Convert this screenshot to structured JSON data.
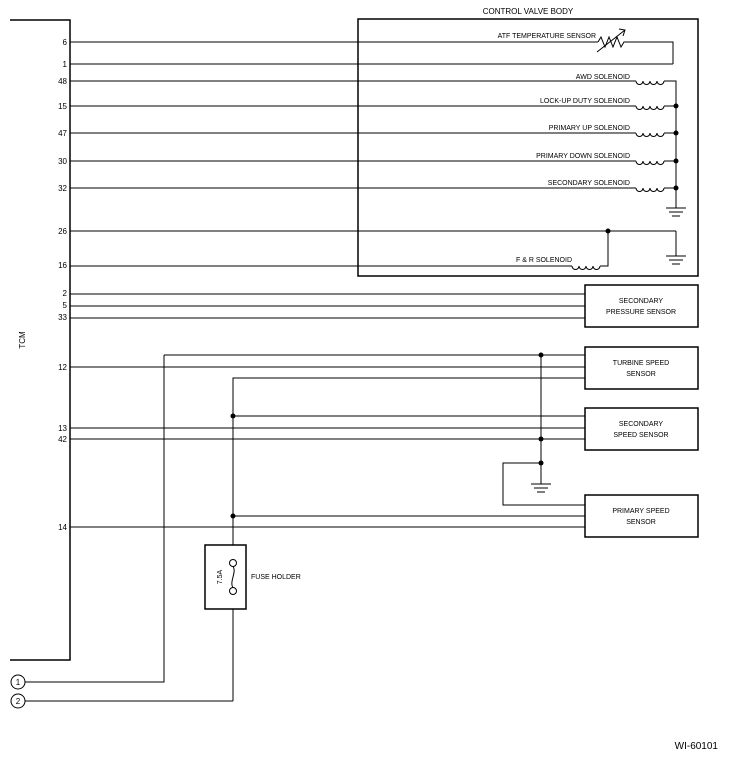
{
  "tcm": {
    "label": "TCM"
  },
  "control_valve_body": {
    "label": "CONTROL VALVE BODY"
  },
  "components": {
    "atf_sensor": "ATF TEMPERATURE SENSOR",
    "awd": "AWD SOLENOID",
    "lockup": "LOCK-UP DUTY SOLENOID",
    "primary_up": "PRIMARY UP SOLENOID",
    "primary_down": "PRIMARY DOWN SOLENOID",
    "secondary_sol": "SECONDARY SOLENOID",
    "fr_sol": "F & R SOLENOID",
    "sec_pressure_1": "SECONDARY",
    "sec_pressure_2": "PRESSURE SENSOR",
    "turbine_1": "TURBINE SPEED",
    "turbine_2": "SENSOR",
    "sec_speed_1": "SECONDARY",
    "sec_speed_2": "SPEED SENSOR",
    "prim_speed_1": "PRIMARY SPEED",
    "prim_speed_2": "SENSOR",
    "fuse_holder": "FUSE HOLDER",
    "fuse_rating": "7.5A"
  },
  "pins": {
    "p6": "6",
    "p1": "1",
    "p48": "48",
    "p15": "15",
    "p47": "47",
    "p30": "30",
    "p32": "32",
    "p26": "26",
    "p16": "16",
    "p2": "2",
    "p5": "5",
    "p33": "33",
    "p12": "12",
    "p13": "13",
    "p42": "42",
    "p14": "14"
  },
  "connectors": {
    "c1": "1",
    "c2": "2"
  },
  "figure_id": "WI-60101"
}
